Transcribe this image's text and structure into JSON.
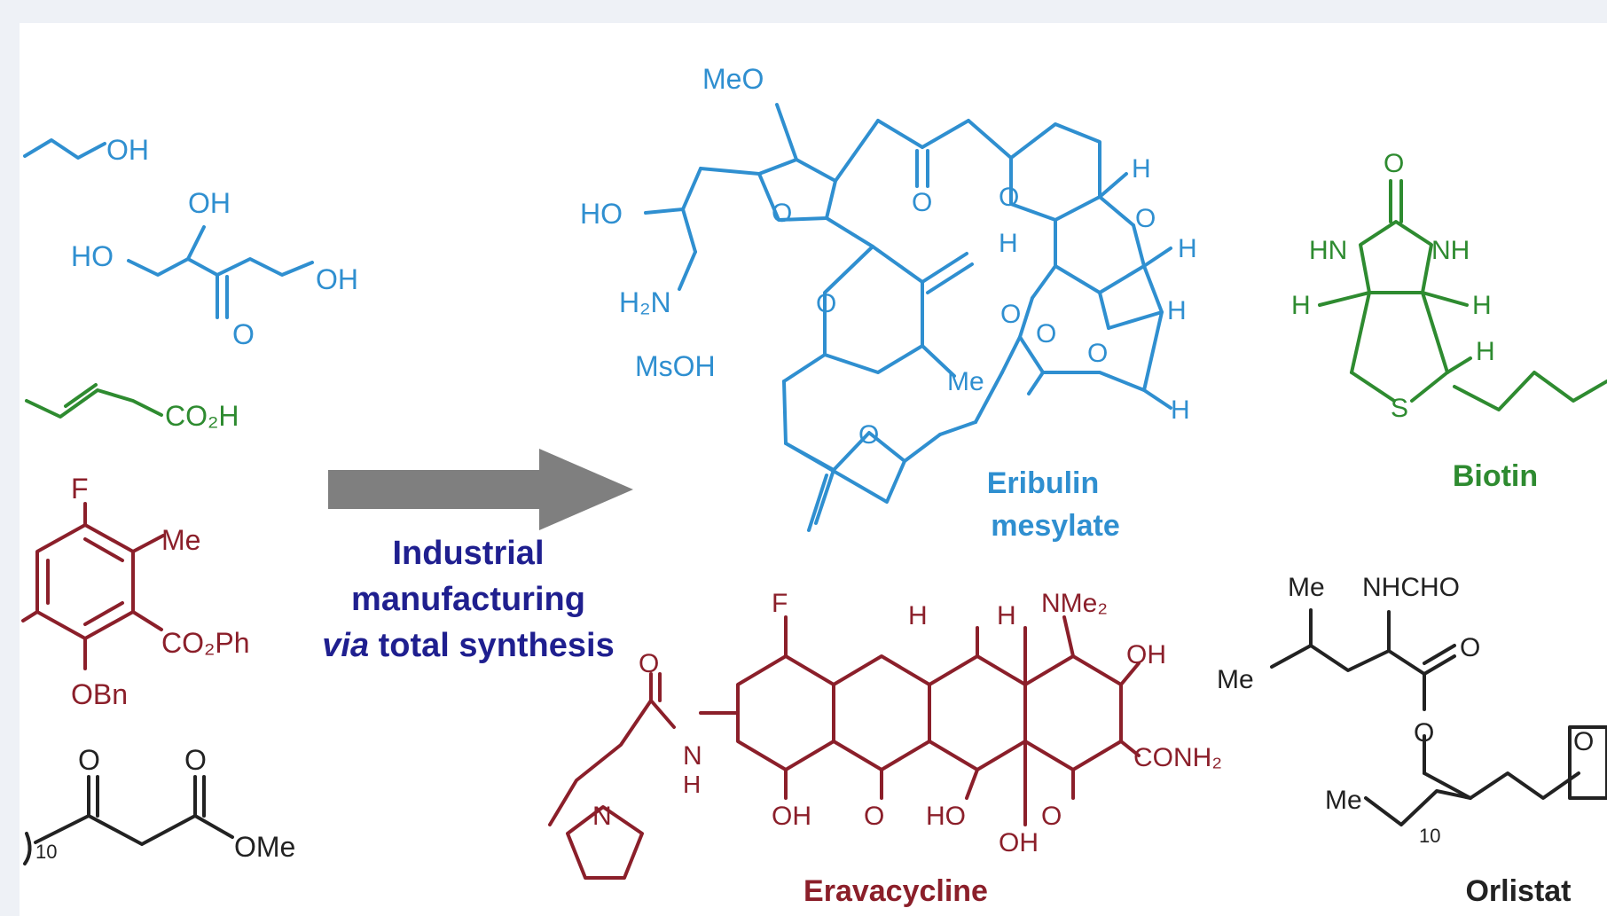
{
  "colors": {
    "background": "#eef1f6",
    "panel": "#ffffff",
    "starting_materials": "#2f8fd0",
    "green": "#2e8b30",
    "red": "#8b1f2a",
    "black": "#222222",
    "arrow": "#7f7f7f",
    "caption": "#1f1f8f"
  },
  "arrow": {
    "caption_line1": "Industrial",
    "caption_line2": "manufacturing",
    "caption_via": "via",
    "caption_rest": " total synthesis"
  },
  "starting_materials": {
    "alcohol_oh": "OH",
    "triol_oh_top": "OH",
    "triol_ho_left": "HO",
    "triol_oh_right": "OH",
    "triol_ketone_o": "O",
    "acid_label": "CO₂H",
    "aryl_f": "F",
    "aryl_me": "Me",
    "aryl_ester": "CO₂Ph",
    "aryl_obn": "OBn",
    "ketoester_o1": "O",
    "ketoester_o2": "O",
    "ketoester_ome": "OMe",
    "ketoester_chain": "10"
  },
  "eribulin": {
    "name_line1": "Eribulin",
    "name_line2": "mesylate",
    "salt": "MsOH",
    "meo": "MeO",
    "ho": "HO",
    "h2n": "H₂N",
    "ketone_o": "O",
    "ring_o1": "O",
    "ring_o2": "O",
    "ring_o3": "O",
    "ring_o4": "O",
    "ring_o5": "O",
    "ring_o6": "O",
    "ring_o7": "O",
    "ring_o8": "O",
    "me": "Me",
    "h1": "H",
    "h2": "H",
    "h3": "H",
    "h4": "H",
    "h5": "H"
  },
  "biotin": {
    "name": "Biotin",
    "o": "O",
    "hn": "HN",
    "nh": "NH",
    "h_left": "H",
    "h_right": "H",
    "h_side": "H",
    "s": "S"
  },
  "eravacycline": {
    "name": "Eravacycline",
    "f": "F",
    "h1": "H",
    "h2": "H",
    "nme2": "NMe₂",
    "oh_right": "OH",
    "conh2": "CONH₂",
    "amide_o": "O",
    "n": "N",
    "nh_h": "H",
    "amine_n": "N",
    "oh1": "OH",
    "o1": "O",
    "ho": "HO",
    "o2": "O",
    "oh_bottom": "OH"
  },
  "orlistat": {
    "name": "Orlistat",
    "me_top": "Me",
    "nhcho": "NHCHO",
    "me_left": "Me",
    "ester_o": "O",
    "ester_o2": "O",
    "me_chain": "Me",
    "chain": "10",
    "lactone_o": "O"
  }
}
